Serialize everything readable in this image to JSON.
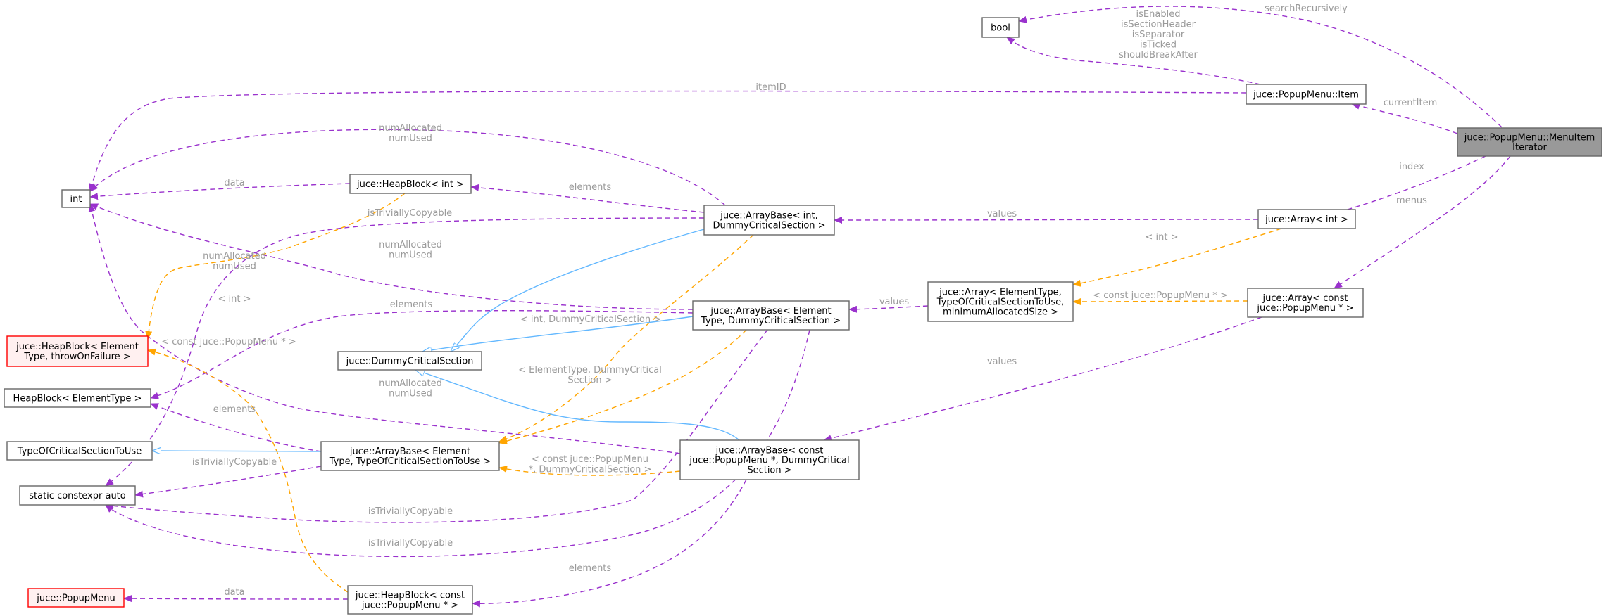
{
  "nodes": {
    "bool": [
      "bool"
    ],
    "int": [
      "int"
    ],
    "item": [
      "juce::PopupMenu::Item"
    ],
    "iter": [
      "juce::PopupMenu::MenuItem",
      "Iterator"
    ],
    "heap_int": [
      "juce::HeapBlock< int >"
    ],
    "ab_int": [
      "juce::ArrayBase< int,",
      "DummyCriticalSection >"
    ],
    "arr_int": [
      "juce::Array< int >"
    ],
    "arr_generic": [
      "juce::Array< ElementType,",
      "TypeOfCriticalSectionToUse,",
      "minimumAllocatedSize >"
    ],
    "arr_const": [
      "juce::Array< const",
      "juce::PopupMenu * >"
    ],
    "ab_elem_dummy": [
      "juce::ArrayBase< Element",
      "Type, DummyCriticalSection >"
    ],
    "heap_generic": [
      "juce::HeapBlock< Element",
      "Type, throwOnFailure >"
    ],
    "dummy_cs": [
      "juce::DummyCriticalSection"
    ],
    "heap_elem": [
      "HeapBlock< ElementType >"
    ],
    "ab_generic": [
      "juce::ArrayBase< Element",
      "Type, TypeOfCriticalSectionToUse >"
    ],
    "typeofcs": [
      "TypeOfCriticalSectionToUse"
    ],
    "ab_const": [
      "juce::ArrayBase< const",
      "juce::PopupMenu *, DummyCritical",
      "Section >"
    ],
    "static_auto": [
      "static constexpr auto"
    ],
    "popupmenu": [
      "juce::PopupMenu"
    ],
    "heap_const": [
      "juce::HeapBlock< const",
      "juce::PopupMenu * >"
    ]
  },
  "edge_labels": {
    "search_recursively": [
      "searchRecursively"
    ],
    "item_bools": [
      "isEnabled",
      "isSectionHeader",
      "isSeparator",
      "isTicked",
      "shouldBreakAfter"
    ],
    "item_id": [
      "itemID"
    ],
    "current_item": [
      "currentItem"
    ],
    "index": [
      "index"
    ],
    "menus": [
      "menus"
    ],
    "ab_int_num": [
      "numAllocated",
      "numUsed"
    ],
    "heap_int_data": [
      "data"
    ],
    "ab_int_elements": [
      "elements"
    ],
    "ab_int_triv": [
      "isTriviallyCopyable"
    ],
    "arr_int_values": [
      "values"
    ],
    "tmpl_int_arr": [
      "< int >"
    ],
    "ab_elem_num": [
      "numAllocated",
      "numUsed"
    ],
    "ab_generic_num": [
      "numAllocated",
      "numUsed"
    ],
    "ab_elem_elements": [
      "elements"
    ],
    "ab_elem_values": [
      "values"
    ],
    "tmpl_const_arr": [
      "< const juce::PopupMenu * >"
    ],
    "tmpl_int_heap": [
      "< int >"
    ],
    "tmpl_int_dummy": [
      "< int, DummyCriticalSection >"
    ],
    "tmpl_const_heap": [
      "< const juce::PopupMenu * >"
    ],
    "tmpl_elem_dummy": [
      "< ElementType, DummyCritical",
      "Section >"
    ],
    "arr_const_values": [
      "values"
    ],
    "ab_const_num": [
      "numAllocated",
      "numUsed"
    ],
    "ab_generic_elements": [
      "elements"
    ],
    "ab_generic_triv": [
      "isTriviallyCopyable"
    ],
    "tmpl_const_ab": [
      "< const juce::PopupMenu",
      "*, DummyCriticalSection >"
    ],
    "ab_elem_triv": [
      "isTriviallyCopyable"
    ],
    "ab_const_triv": [
      "isTriviallyCopyable"
    ],
    "ab_const_elements": [
      "elements"
    ],
    "heap_const_data": [
      "data"
    ]
  },
  "colors": {
    "usage_edge": "#9a32cd",
    "template_edge": "#ffa500",
    "inheritance_edge": "#63b8ff",
    "undocumented_node_border": "#ff0000",
    "root_node_fill": "#999999",
    "label_text": "#9a9a9a"
  }
}
